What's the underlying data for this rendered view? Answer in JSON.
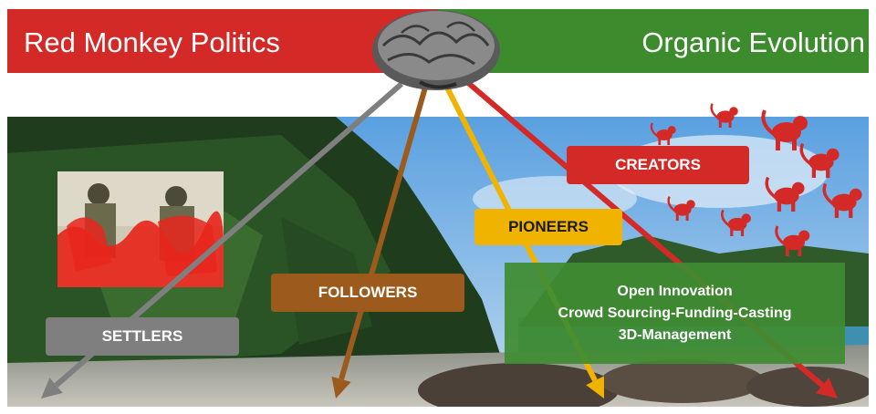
{
  "banner": {
    "left_title": "Red Monkey Politics",
    "right_title": "Organic Evolution",
    "left_color": "#d42a27",
    "right_color": "#3c8c2e"
  },
  "icons": [
    "brain-icon",
    "red-monkey-icon"
  ],
  "arrows": [
    {
      "label": "SETTLERS",
      "color": "#7f7f7f"
    },
    {
      "label": "FOLLOWERS",
      "color": "#9c5a1c"
    },
    {
      "label": "PIONEERS",
      "color": "#f0b400"
    },
    {
      "label": "CREATORS",
      "color": "#d42a27"
    }
  ],
  "innovation_box": {
    "lines": [
      "Open Innovation",
      "Crowd Sourcing-Funding-Casting",
      "3D-Management"
    ],
    "color": "#3c8c2e"
  }
}
